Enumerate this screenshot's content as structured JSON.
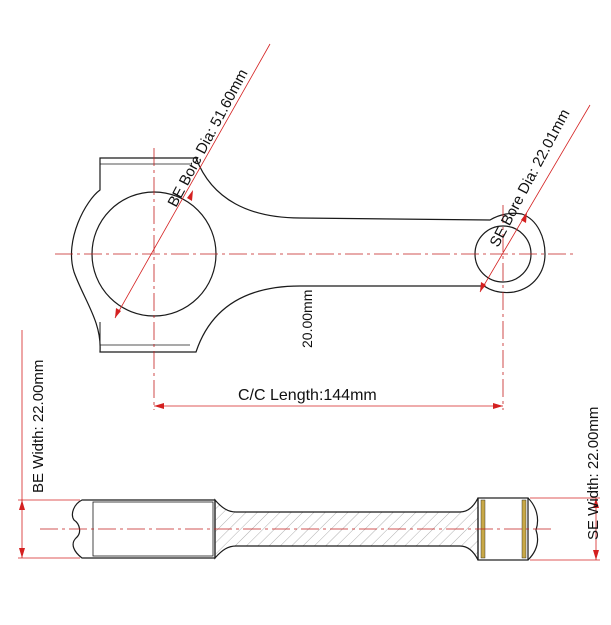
{
  "drawing": {
    "dimensions": {
      "be_bore_dia": "BE Bore Dia: 51.60mm",
      "se_bore_dia": "SE Bore Dia: 22.01mm",
      "beam_width": "20.00mm",
      "cc_length": "C/C Length:144mm",
      "be_width": "BE Width: 22.00mm",
      "se_width": "SE Width: 22.00mm"
    },
    "colors": {
      "outline": "#1a1a1a",
      "dimension": "#d42020",
      "centerline": "#c41e1e",
      "hatch": "#b0b0b0",
      "bushing": "#c8a848"
    }
  }
}
